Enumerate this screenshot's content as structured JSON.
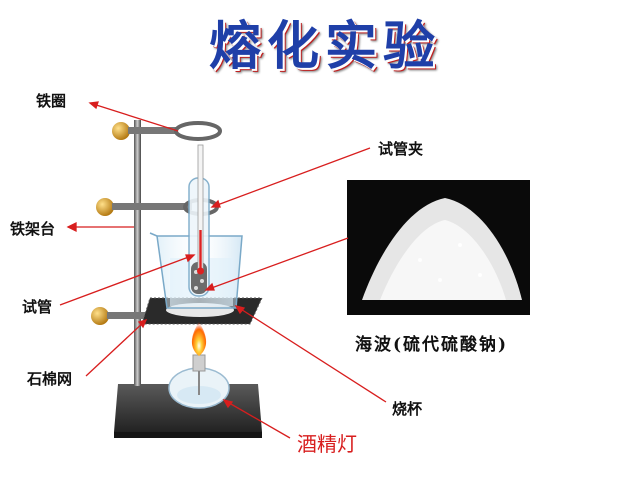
{
  "title": "熔化实验",
  "labels": {
    "iron_ring": "铁圈",
    "iron_stand": "铁架台",
    "test_tube": "试管",
    "asbestos_gauze": "石棉网",
    "test_tube_clamp": "试管夹",
    "sodium_thiosulfate": "海波(硫代硫酸钠)",
    "beaker": "烧杯",
    "alcohol_lamp": "酒精灯"
  },
  "colors": {
    "title": "#1f3fa8",
    "pointer": "#d81e1e",
    "lamp_label": "#d81e1e",
    "stand_base": "#3a3a3a",
    "clamp_knob": "#c8901a"
  }
}
